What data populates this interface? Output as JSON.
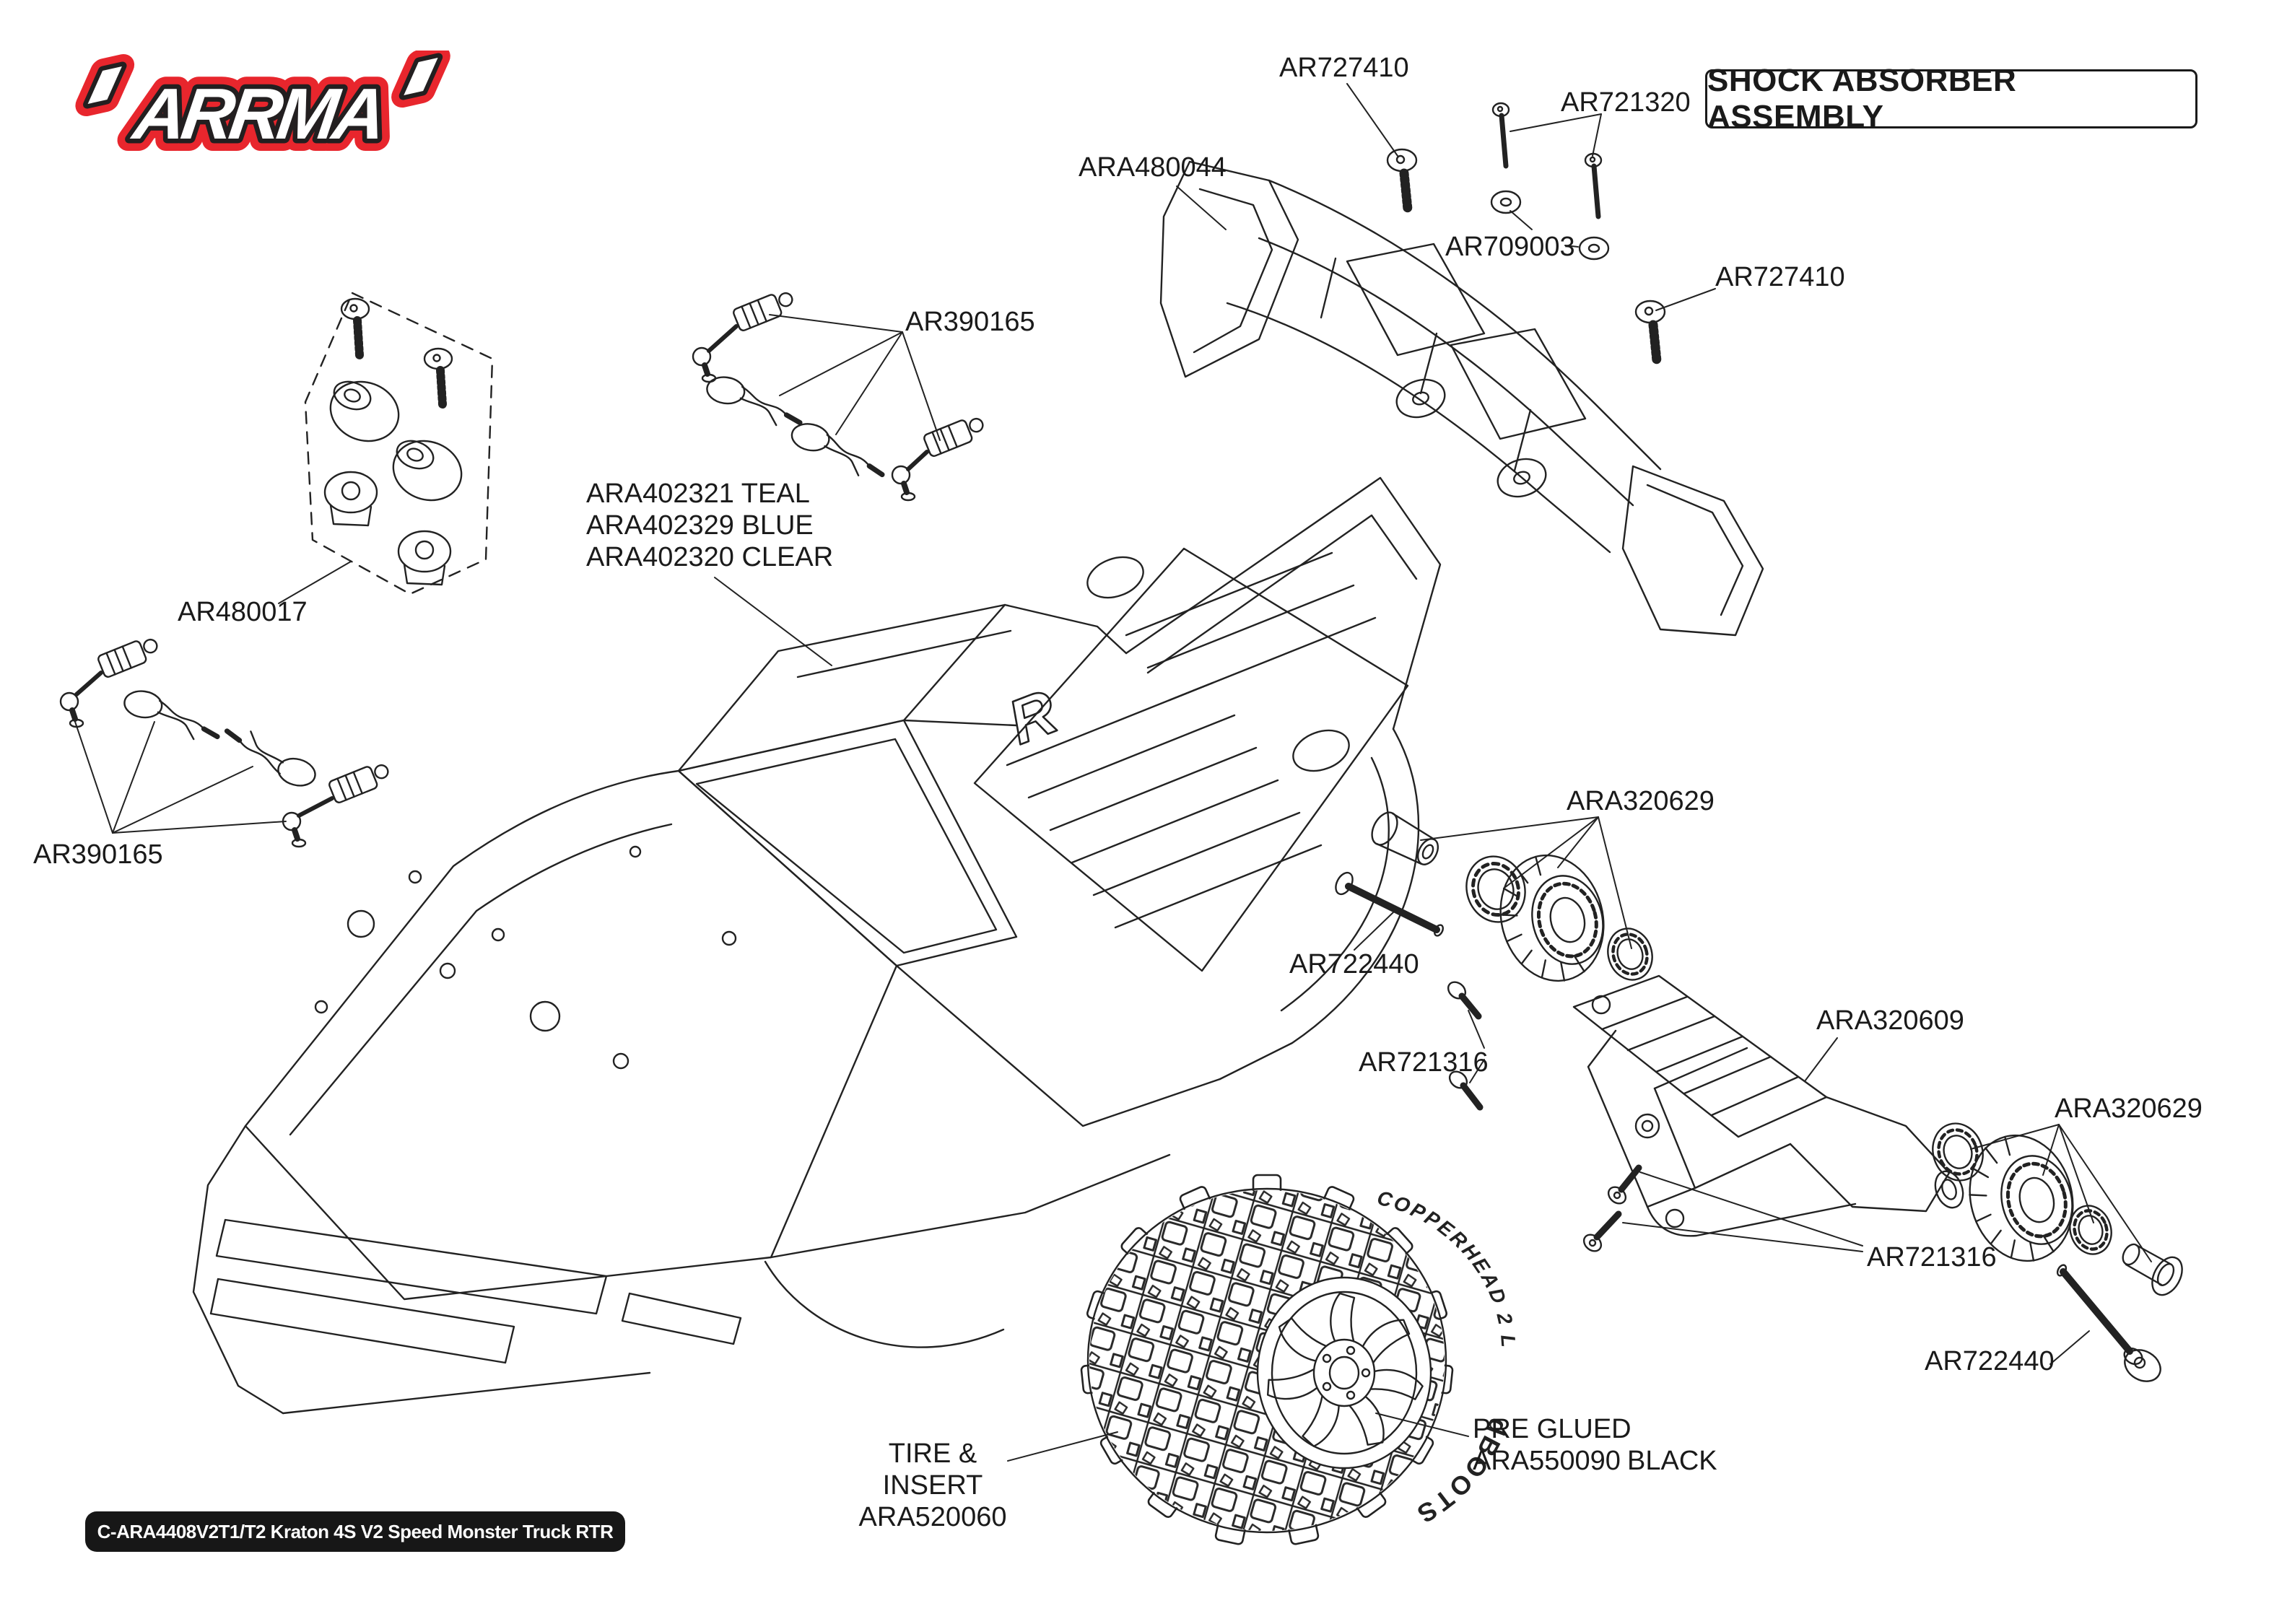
{
  "page": {
    "logo_text": "ARRMA",
    "title": "SHOCK ABSORBER ASSEMBLY",
    "footer": "C-ARA4408V2T1/T2 Kraton 4S V2 Speed Monster Truck RTR"
  },
  "labels": {
    "wing_screw_left": "AR727410",
    "wing_pins": "AR721320",
    "wing": "ARA480044",
    "wing_washers": "AR709003",
    "wing_screw_right": "AR727410",
    "body_mounts_top": "AR390165",
    "body_teal": "ARA402321 TEAL",
    "body_blue": "ARA402329 BLUE",
    "body_clear": "ARA402320 CLEAR",
    "body_mount_set": "AR480017",
    "body_mounts_left": "AR390165",
    "hub_set_top": "ARA320629",
    "hinge_pin_top": "AR722440",
    "wheelie_bar": "ARA320609",
    "screws_left": "AR721316",
    "hub_set_right": "ARA320629",
    "screws_bottom": "AR721316",
    "hinge_pin_bottom": "AR722440",
    "tire_line1": "TIRE & INSERT",
    "tire_line2": "ARA520060",
    "wheel_line1": "PRE GLUED",
    "wheel_line2a": "ARA550090",
    "wheel_line2b": "BLACK"
  },
  "tire_markings": {
    "sidewall_top": "COPPERHEAD 2 LP",
    "sidewall_bottom": "dBOOTS"
  },
  "bed_emblem": "R",
  "colors": {
    "line": "#222222",
    "logo_red": "#e8262d",
    "logo_black": "#231f20"
  }
}
